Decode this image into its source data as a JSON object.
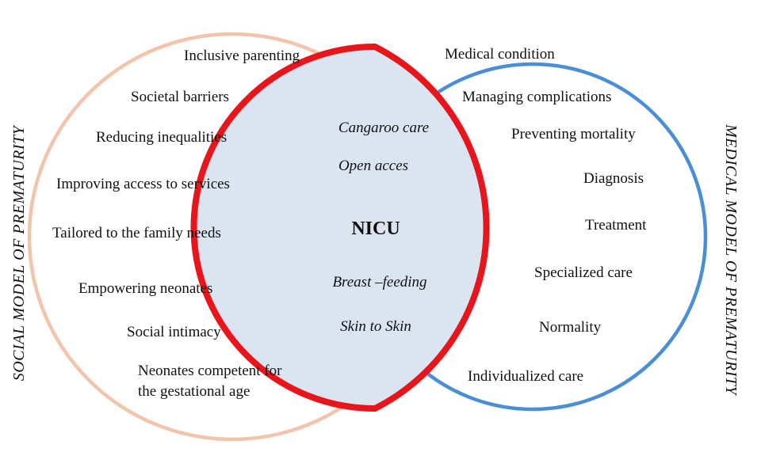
{
  "colors": {
    "left_circle": "#f2c4ab",
    "right_circle": "#4a8fd6",
    "intersection_fill": "#dbe5f1",
    "intersection_border": "#e8151b",
    "text": "#111111"
  },
  "left_axis_label": "SOCIAL MODEL OF PREMATURITY",
  "right_axis_label": "MEDICAL MODEL OF PREMATURITY",
  "center": {
    "title": "NICU",
    "items": [
      "Cangaroo care",
      "Open acces",
      "Breast –feeding",
      "Skin to Skin"
    ]
  },
  "social_items": [
    "Inclusive parenting",
    "Societal barriers",
    "Reducing inequalities",
    "Improving access to services",
    "Tailored to the family needs",
    "Empowering neonates",
    "Social intimacy",
    "Neonates competent for",
    "the gestational age"
  ],
  "medical_items": [
    "Medical condition",
    "Managing complications",
    "Preventing mortality",
    "Diagnosis",
    "Treatment",
    "Specialized care",
    "Normality",
    "Individualized care"
  ]
}
